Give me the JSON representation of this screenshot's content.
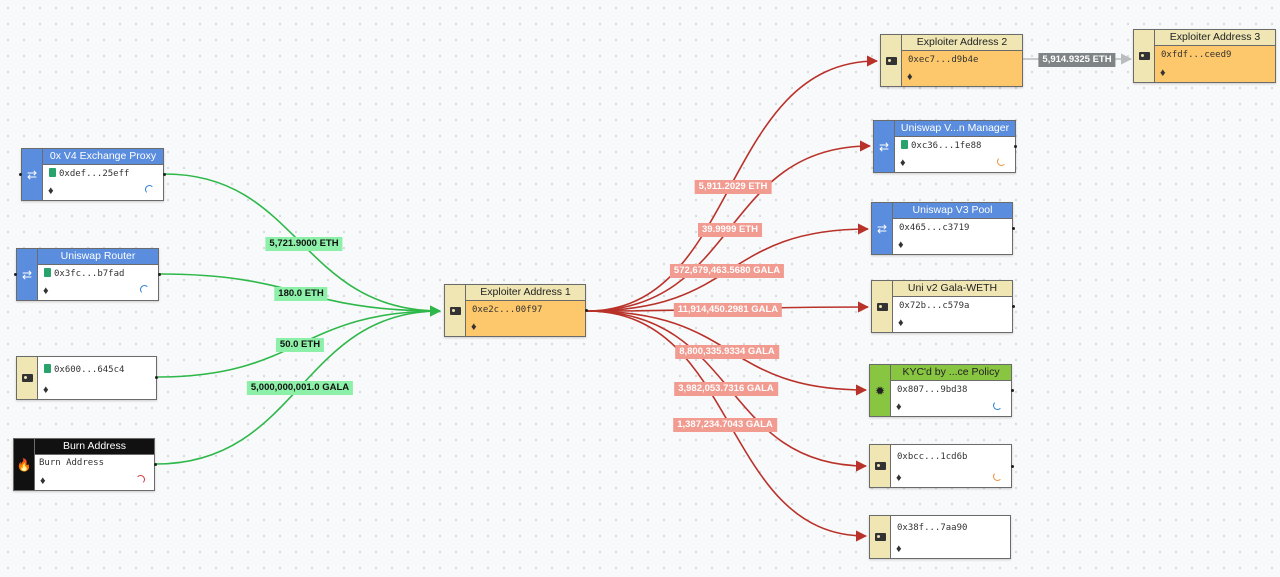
{
  "nodes": {
    "n0x": {
      "title": "0x V4 Exchange Proxy",
      "address": "0xdef...25eff"
    },
    "uni_router": {
      "title": "Uniswap Router",
      "address": "0x3fc...b7fad"
    },
    "n600": {
      "title": "",
      "address": "0x600...645c4"
    },
    "burn": {
      "title": "Burn Address",
      "address": "Burn Address"
    },
    "exp1": {
      "title": "Exploiter Address 1",
      "address": "0xe2c...00f97"
    },
    "exp2": {
      "title": "Exploiter Address 2",
      "address": "0xec7...d9b4e"
    },
    "exp3": {
      "title": "Exploiter Address 3",
      "address": "0xfdf...ceed9"
    },
    "univ_mgr": {
      "title": "Uniswap V...n Manager",
      "address": "0xc36...1fe88"
    },
    "univ3": {
      "title": "Uniswap V3 Pool",
      "address": "0x465...c3719"
    },
    "univ2": {
      "title": "Uni v2 Gala-WETH",
      "address": "0x72b...c579a"
    },
    "kyc": {
      "title": "KYC'd by ...ce Policy",
      "address": "0x807...9bd38"
    },
    "bcc": {
      "title": "",
      "address": "0xbcc...1cd6b"
    },
    "n38f": {
      "title": "",
      "address": "0x38f...7aa90"
    }
  },
  "eth_glyph": "♦",
  "edges_in": [
    {
      "label": "5,721.9000 ETH"
    },
    {
      "label": "180.0 ETH"
    },
    {
      "label": "50.0 ETH"
    },
    {
      "label": "5,000,000,001.0 GALA"
    }
  ],
  "edges_out": [
    {
      "label": "5,911.2029 ETH"
    },
    {
      "label": "39.9999 ETH"
    },
    {
      "label": "572,679,463.5680 GALA"
    },
    {
      "label": "11,914,450.2981 GALA"
    },
    {
      "label": "8,800,335.9334 GALA"
    },
    {
      "label": "3,982,053.7316 GALA"
    },
    {
      "label": "1,387,234.7043 GALA"
    }
  ],
  "edge_exp": {
    "label": "5,914.9325 ETH"
  },
  "colors": {
    "in_edge": "#2eb84a",
    "out_edge": "#b9322a",
    "gray_edge": "#b9bdc0"
  },
  "icons": {
    "swap": "swap-icon",
    "id": "id-card-icon",
    "fire": "fire-icon",
    "bug": "bug-icon"
  }
}
